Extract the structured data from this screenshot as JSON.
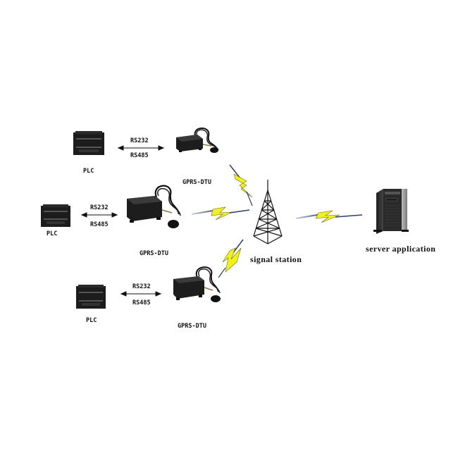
{
  "diagram": {
    "title": "GPRS-DTU network topology",
    "nodes": {
      "plc_labels": [
        "PLC",
        "PLC",
        "PLC"
      ],
      "dtu_labels": [
        "GPRS-DTU",
        "GPRS-DTU",
        "GPRS-DTU"
      ],
      "station_label": "signal station",
      "server_label": "server application"
    },
    "links": {
      "serial": [
        {
          "top": "RS232",
          "bottom": "RS485"
        },
        {
          "top": "RS232",
          "bottom": "RS485"
        },
        {
          "top": "RS232",
          "bottom": "RS485"
        }
      ],
      "wireless_color": "#f2f21a",
      "wireless_tail_color": "#2c3e66"
    }
  }
}
